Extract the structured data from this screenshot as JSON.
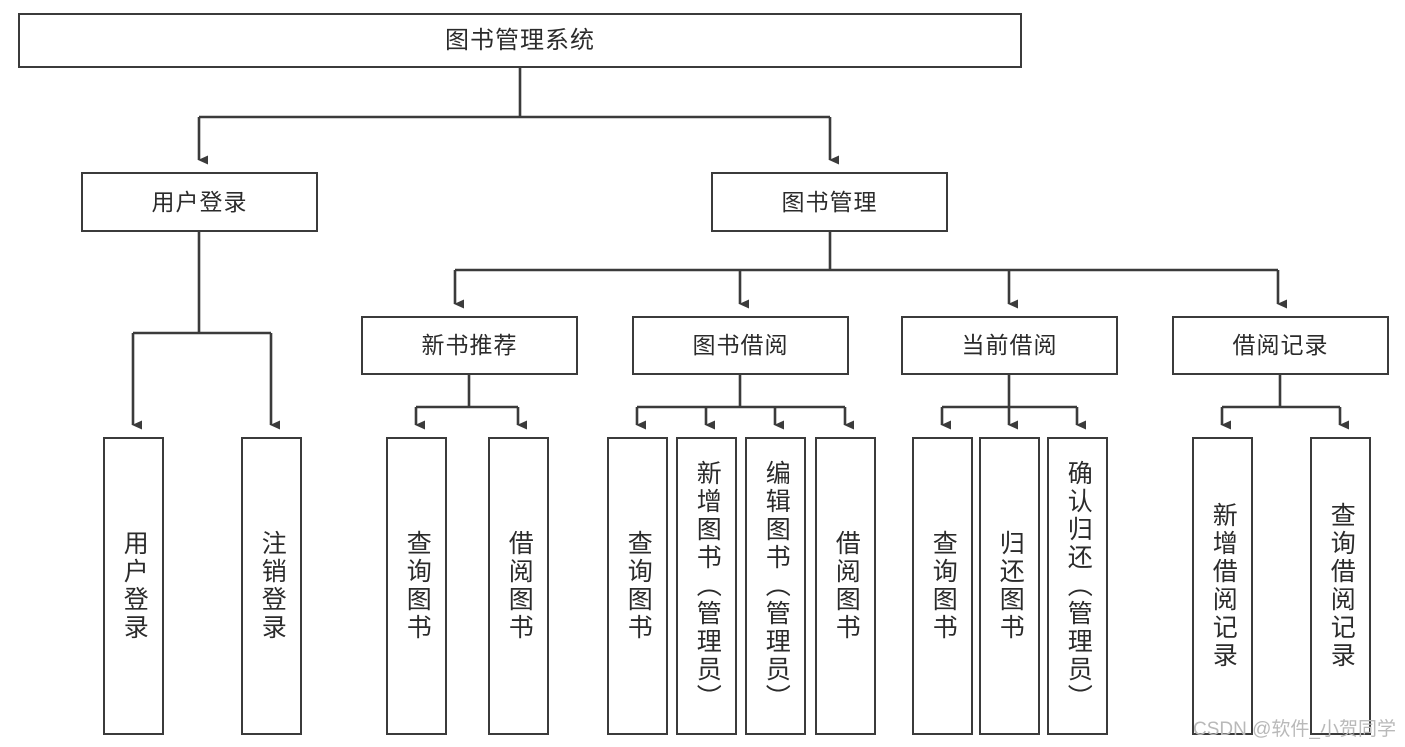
{
  "diagram": {
    "title": "图书管理系统",
    "type": "hierarchy-tree",
    "watermark": "CSDN @软件_小贺同学",
    "colors": {
      "stroke": "#3b3b3b",
      "fill": "#ffffff",
      "text": "#2b2b2b",
      "watermark": "#b9b9b9"
    },
    "nodes": {
      "root": {
        "label": "图书管理系统"
      },
      "level2": [
        {
          "label": "用户登录"
        },
        {
          "label": "图书管理"
        }
      ],
      "level3": [
        {
          "label": "新书推荐"
        },
        {
          "label": "图书借阅"
        },
        {
          "label": "当前借阅"
        },
        {
          "label": "借阅记录"
        }
      ],
      "leaves": {
        "user_login": [
          {
            "label": "用户登录"
          },
          {
            "label": "注销登录"
          }
        ],
        "new_book": [
          {
            "label": "查询图书"
          },
          {
            "label": "借阅图书"
          }
        ],
        "book_borrow": [
          {
            "label": "查询图书"
          },
          {
            "label": "新增图书（管理员）"
          },
          {
            "label": "编辑图书（管理员）"
          },
          {
            "label": "借阅图书"
          }
        ],
        "current_borrow": [
          {
            "label": "查询图书"
          },
          {
            "label": "归还图书"
          },
          {
            "label": "确认归还（管理员）"
          }
        ],
        "borrow_record": [
          {
            "label": "新增借阅记录"
          },
          {
            "label": "查询借阅记录"
          }
        ]
      }
    }
  }
}
